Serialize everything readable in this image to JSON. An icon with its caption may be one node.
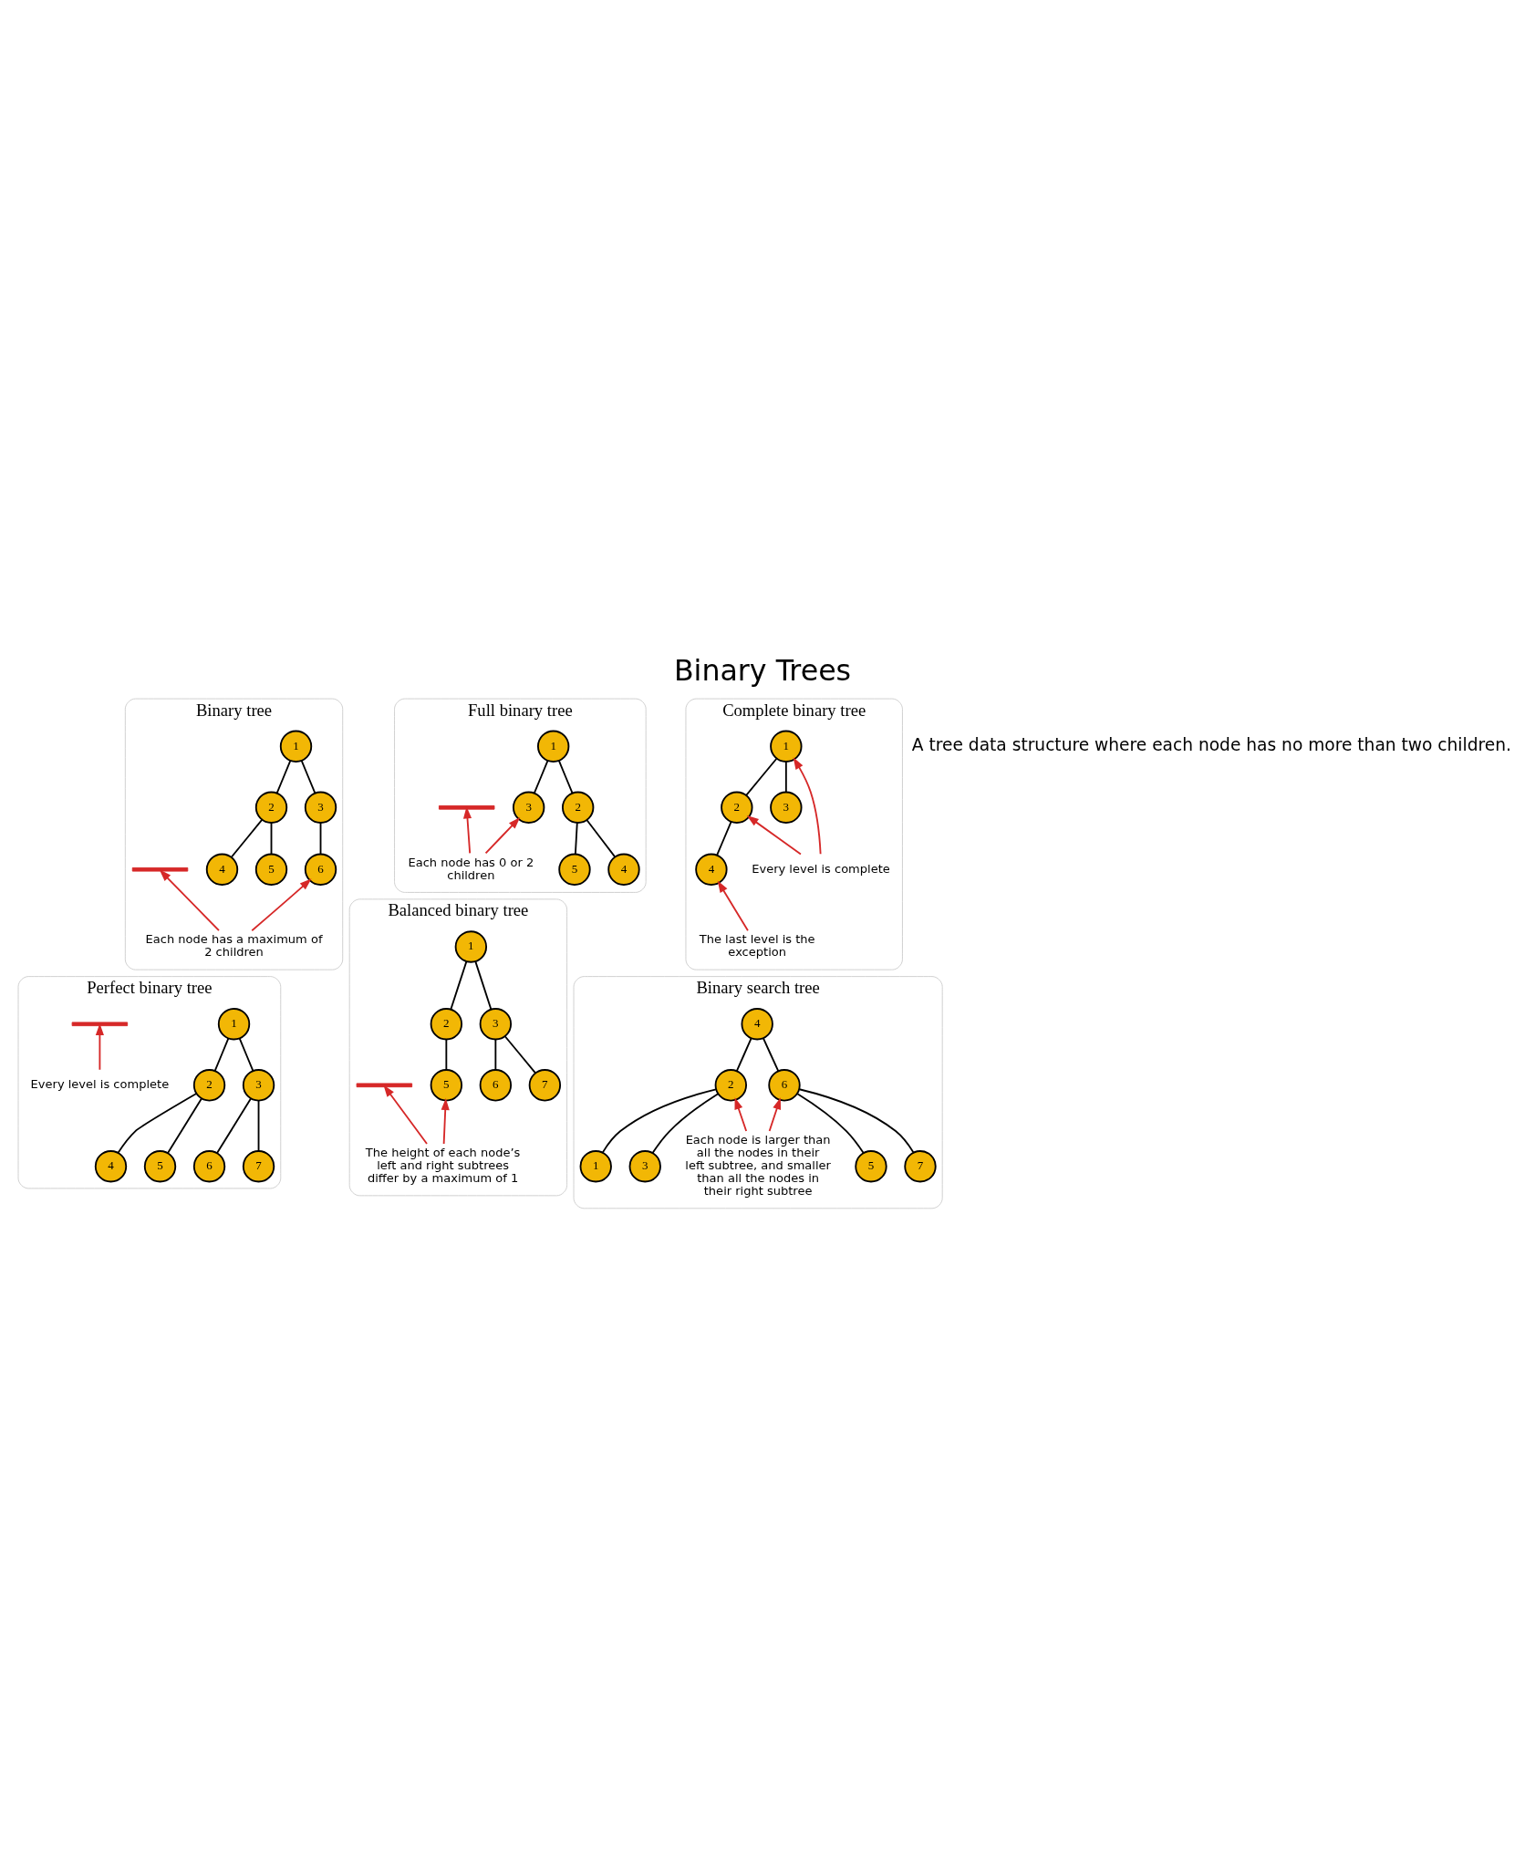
{
  "diagram": {
    "title": "Binary Trees",
    "nodes": [
      {
        "text": [
          "Binary tree"
        ]
      },
      {
        "text": [
          "1"
        ],
        "in": 0
      },
      {
        "text": [
          "2"
        ],
        "in": 0
      },
      {
        "text": [
          "3"
        ],
        "in": 0
      },
      {
        "text": [
          "4"
        ],
        "in": 0
      },
      {
        "text": [
          "5"
        ],
        "in": 0
      },
      {
        "text": [
          "6"
        ],
        "in": 0
      },
      {
        "text": [],
        "shape": "bracket",
        "in": 0
      },
      {
        "text": [
          "Each node has a maximum of 2 children"
        ],
        "in": 0
      },
      {
        "text": [
          "Full binary tree"
        ]
      },
      {
        "text": [
          "1"
        ],
        "in": 9
      },
      {
        "text": [
          "2"
        ],
        "in": 9
      },
      {
        "text": [
          "3"
        ],
        "in": 9
      },
      {
        "text": [
          "4"
        ],
        "in": 9
      },
      {
        "text": [
          "5"
        ],
        "in": 9
      },
      {
        "text": [],
        "shape": "bracket",
        "in": 9
      },
      {
        "text": [
          "Each node has 0 or 2 children"
        ],
        "in": 9
      },
      {
        "text": [
          "Complete binary tree"
        ]
      },
      {
        "text": [
          "1"
        ],
        "in": 17
      },
      {
        "text": [
          "2"
        ],
        "in": 17
      },
      {
        "text": [
          "3"
        ],
        "in": 17
      },
      {
        "text": [
          "4"
        ],
        "in": 17
      },
      {
        "text": [
          "Every level is complete"
        ],
        "in": 17
      },
      {
        "text": [
          "The last level is the exception"
        ],
        "in": 17
      },
      {
        "text": [
          "Perfect binary tree"
        ]
      },
      {
        "text": [
          "1"
        ],
        "in": 24
      },
      {
        "text": [
          "2"
        ],
        "in": 24
      },
      {
        "text": [
          "3"
        ],
        "in": 24
      },
      {
        "text": [
          "4"
        ],
        "in": 24
      },
      {
        "text": [
          "5"
        ],
        "in": 24
      },
      {
        "text": [
          "6"
        ],
        "in": 24
      },
      {
        "text": [
          "7"
        ],
        "in": 24
      },
      {
        "text": [],
        "shape": "bracket",
        "in": 24
      },
      {
        "text": [
          "Every level is complete"
        ],
        "in": 24
      },
      {
        "text": [
          "Balanced binary tree"
        ]
      },
      {
        "text": [
          "1"
        ],
        "in": 34
      },
      {
        "text": [
          "2"
        ],
        "in": 34
      },
      {
        "text": [
          "3"
        ],
        "in": 34
      },
      {
        "text": [
          "5"
        ],
        "in": 34
      },
      {
        "text": [
          "6"
        ],
        "in": 34
      },
      {
        "text": [
          "7"
        ],
        "in": 34
      },
      {
        "text": [],
        "shape": "bracket",
        "in": 34
      },
      {
        "text": [
          "The height of each node’s left and right subtrees differ by a maximum of 1"
        ],
        "in": 34
      },
      {
        "text": [
          "Binary search tree"
        ]
      },
      {
        "text": [
          "4"
        ],
        "in": 43
      },
      {
        "text": [
          "2"
        ],
        "in": 43
      },
      {
        "text": [
          "6"
        ],
        "in": 43
      },
      {
        "text": [
          "1"
        ],
        "in": 43
      },
      {
        "text": [
          "3"
        ],
        "in": 43
      },
      {
        "text": [
          "5"
        ],
        "in": 43
      },
      {
        "text": [
          "7"
        ],
        "in": 43
      },
      {
        "text": [
          "Each node is larger than all the nodes in their left subtree, and smaller than all the nodes in their right subtree"
        ],
        "in": 43
      }
    ],
    "edges": [
      {
        "from": 1,
        "to": 2,
        "arrow": "none"
      },
      {
        "from": 1,
        "to": 3,
        "arrow": "none"
      },
      {
        "from": 2,
        "to": 4,
        "arrow": "none"
      },
      {
        "from": 2,
        "to": 5,
        "arrow": "none"
      },
      {
        "from": 3,
        "to": 6,
        "arrow": "none"
      },
      {
        "from": 8,
        "to": 7,
        "arrow": "to",
        "color": "#d62828"
      },
      {
        "from": 8,
        "to": 6,
        "arrow": "to",
        "color": "#d62828"
      },
      {
        "from": 10,
        "to": 11,
        "arrow": "none"
      },
      {
        "from": 10,
        "to": 12,
        "arrow": "none"
      },
      {
        "from": 11,
        "to": 13,
        "arrow": "none"
      },
      {
        "from": 11,
        "to": 14,
        "arrow": "none"
      },
      {
        "from": 16,
        "to": 15,
        "arrow": "to",
        "color": "#d62828"
      },
      {
        "from": 16,
        "to": 12,
        "arrow": "to",
        "color": "#d62828"
      },
      {
        "from": 18,
        "to": 19,
        "arrow": "none"
      },
      {
        "from": 18,
        "to": 20,
        "arrow": "none"
      },
      {
        "from": 19,
        "to": 21,
        "arrow": "none"
      },
      {
        "from": 22,
        "to": 18,
        "arrow": "to",
        "color": "#d62828"
      },
      {
        "from": 22,
        "to": 19,
        "arrow": "to",
        "color": "#d62828"
      },
      {
        "from": 23,
        "to": 21,
        "arrow": "to",
        "color": "#d62828"
      },
      {
        "from": 25,
        "to": 26,
        "arrow": "none"
      },
      {
        "from": 25,
        "to": 27,
        "arrow": "none"
      },
      {
        "from": 26,
        "to": 28,
        "arrow": "none"
      },
      {
        "from": 26,
        "to": 29,
        "arrow": "none"
      },
      {
        "from": 27,
        "to": 30,
        "arrow": "none"
      },
      {
        "from": 27,
        "to": 31,
        "arrow": "none"
      },
      {
        "from": 33,
        "to": 32,
        "arrow": "to",
        "color": "#d62828"
      },
      {
        "from": 35,
        "to": 36,
        "arrow": "none"
      },
      {
        "from": 35,
        "to": 37,
        "arrow": "none"
      },
      {
        "from": 36,
        "to": 38,
        "arrow": "none"
      },
      {
        "from": 37,
        "to": 39,
        "arrow": "none"
      },
      {
        "from": 37,
        "to": 40,
        "arrow": "none"
      },
      {
        "from": 42,
        "to": 38,
        "arrow": "to",
        "color": "#d62828"
      },
      {
        "from": 42,
        "to": 41,
        "arrow": "to",
        "color": "#d62828"
      },
      {
        "from": 44,
        "to": 45,
        "arrow": "none"
      },
      {
        "from": 44,
        "to": 46,
        "arrow": "none"
      },
      {
        "from": 45,
        "to": 47,
        "arrow": "none"
      },
      {
        "from": 45,
        "to": 48,
        "arrow": "none"
      },
      {
        "from": 46,
        "to": 49,
        "arrow": "none"
      },
      {
        "from": 46,
        "to": 50,
        "arrow": "none"
      },
      {
        "from": 51,
        "to": 45,
        "arrow": "to",
        "color": "#d62828"
      },
      {
        "from": 51,
        "to": 46,
        "arrow": "to",
        "color": "#d62828"
      }
    ],
    "labels": [
      "A tree data structure where each node has no more than two children."
    ]
  }
}
